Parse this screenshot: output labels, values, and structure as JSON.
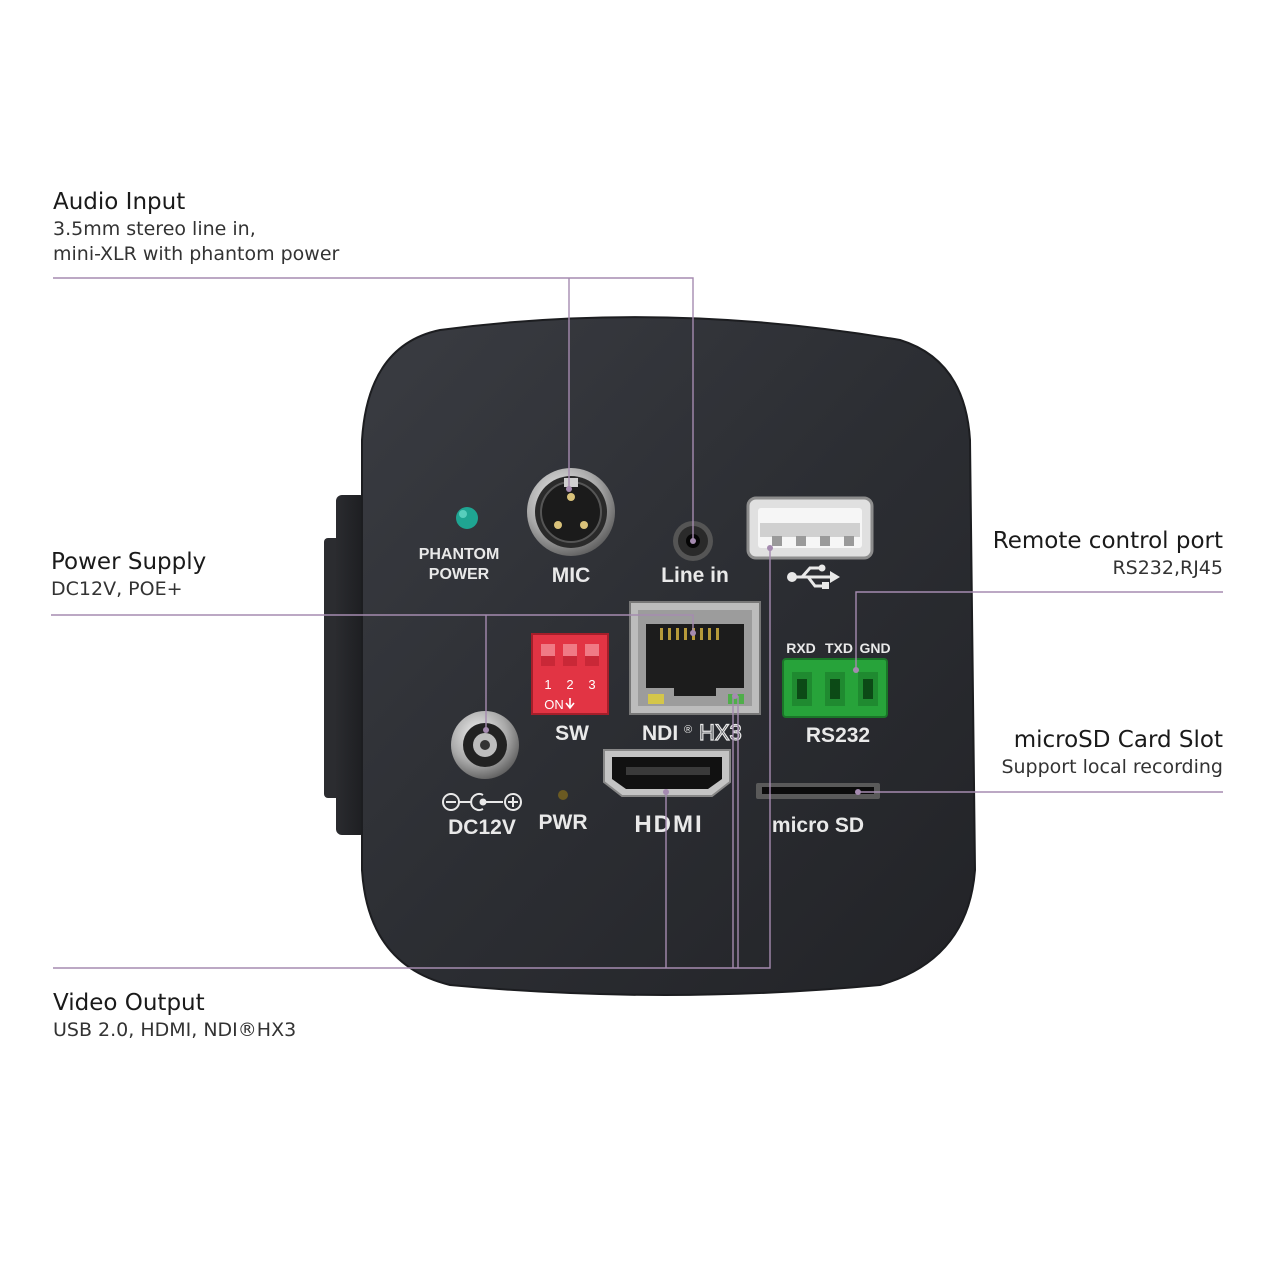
{
  "callouts": {
    "audio_input": {
      "title": "Audio Input",
      "lines": [
        "3.5mm stereo line in,",
        "mini-XLR with phantom power"
      ]
    },
    "power_supply": {
      "title": "Power Supply",
      "lines": [
        "DC12V, POE+"
      ]
    },
    "remote_control": {
      "title": "Remote control port",
      "lines": [
        "RS232,RJ45"
      ]
    },
    "microsd": {
      "title": "microSD Card Slot",
      "lines": [
        "Support local recording"
      ]
    },
    "video_output": {
      "title": "Video Output",
      "lines": [
        "USB 2.0, HDMI, NDI®HX3"
      ]
    }
  },
  "panel_labels": {
    "phantom": "PHANTOM",
    "power": "POWER",
    "mic": "MIC",
    "line_in": "Line in",
    "sw": "SW",
    "dip_numbers": [
      "1",
      "2",
      "3"
    ],
    "dip_on": "ON",
    "ndi": "NDI",
    "ndi_suffix": "HX3",
    "rxd": "RXD",
    "txd": "TXD",
    "gnd": "GND",
    "rs232": "RS232",
    "dc12v": "DC12V",
    "pwr": "PWR",
    "hdmi": "HDMI",
    "micro_sd": "micro SD"
  },
  "colors": {
    "body": "#2d2f34",
    "leader_line": "#a58bb0",
    "phantom_led": "#1fa592",
    "dip_switch": "#e23444",
    "terminal_block": "#27a33a"
  },
  "icons": [
    "usb-icon",
    "dc-polarity-icon",
    "xlr-connector-icon",
    "rj45-port-icon"
  ]
}
